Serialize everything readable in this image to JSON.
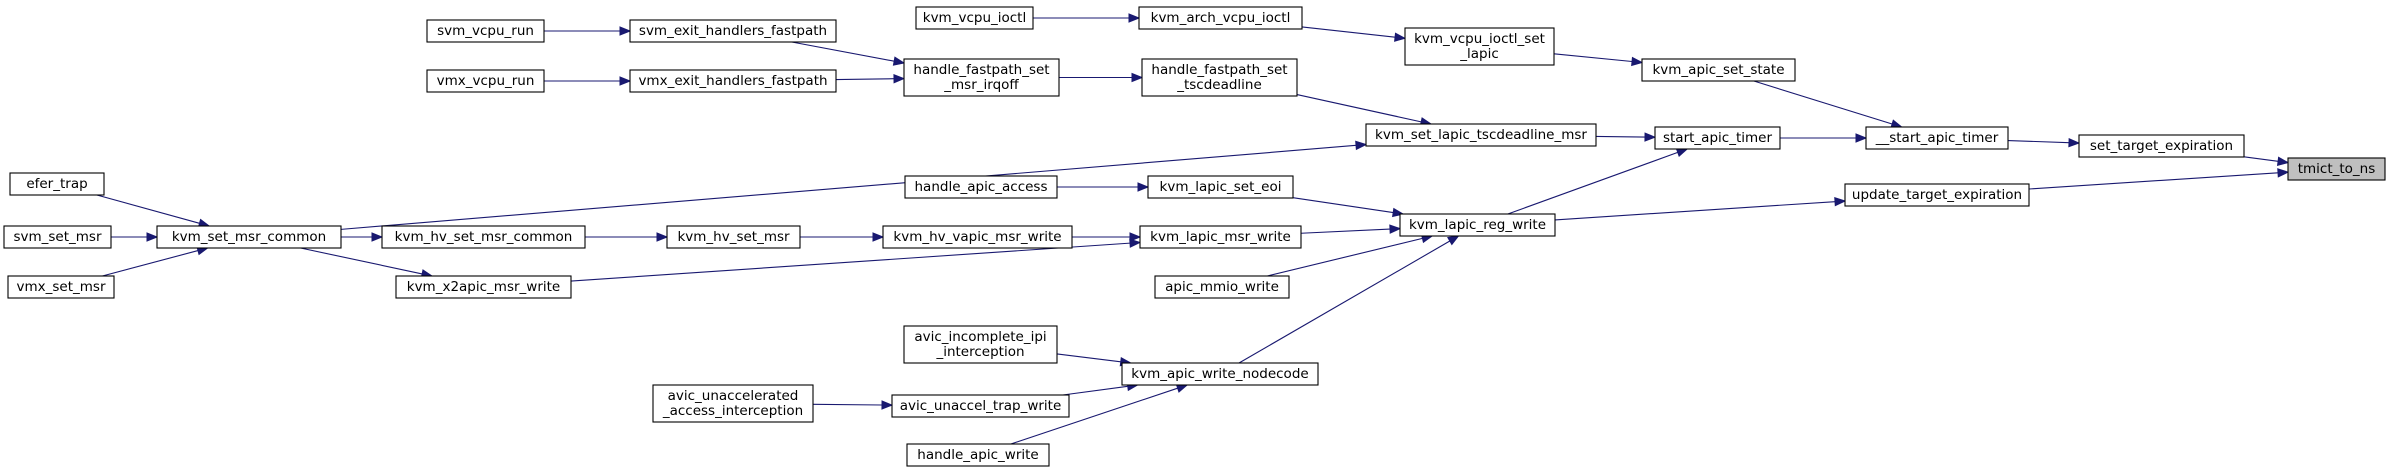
{
  "graph": {
    "target_node": "tmict_to_ns",
    "nodes": [
      {
        "id": "tmict_to_ns",
        "label": [
          "tmict_to_ns"
        ]
      },
      {
        "id": "set_target_expiration",
        "label": [
          "set_target_expiration"
        ]
      },
      {
        "id": "update_target_expiration",
        "label": [
          "update_target_expiration"
        ]
      },
      {
        "id": "__start_apic_timer",
        "label": [
          "__start_apic_timer"
        ]
      },
      {
        "id": "start_apic_timer",
        "label": [
          "start_apic_timer"
        ]
      },
      {
        "id": "kvm_apic_set_state",
        "label": [
          "kvm_apic_set_state"
        ]
      },
      {
        "id": "kvm_vcpu_ioctl_set_lapic",
        "label": [
          "kvm_vcpu_ioctl_set",
          "_lapic"
        ]
      },
      {
        "id": "kvm_arch_vcpu_ioctl",
        "label": [
          "kvm_arch_vcpu_ioctl"
        ]
      },
      {
        "id": "kvm_vcpu_ioctl",
        "label": [
          "kvm_vcpu_ioctl"
        ]
      },
      {
        "id": "kvm_set_lapic_tscdeadline_msr",
        "label": [
          "kvm_set_lapic_tscdeadline_msr"
        ]
      },
      {
        "id": "handle_fastpath_set_tscdeadline",
        "label": [
          "handle_fastpath_set",
          "_tscdeadline"
        ]
      },
      {
        "id": "handle_fastpath_set_msr_irqoff",
        "label": [
          "handle_fastpath_set",
          "_msr_irqoff"
        ]
      },
      {
        "id": "svm_exit_handlers_fastpath",
        "label": [
          "svm_exit_handlers_fastpath"
        ]
      },
      {
        "id": "svm_vcpu_run",
        "label": [
          "svm_vcpu_run"
        ]
      },
      {
        "id": "vmx_exit_handlers_fastpath",
        "label": [
          "vmx_exit_handlers_fastpath"
        ]
      },
      {
        "id": "vmx_vcpu_run",
        "label": [
          "vmx_vcpu_run"
        ]
      },
      {
        "id": "kvm_lapic_reg_write",
        "label": [
          "kvm_lapic_reg_write"
        ]
      },
      {
        "id": "kvm_lapic_set_eoi",
        "label": [
          "kvm_lapic_set_eoi"
        ]
      },
      {
        "id": "handle_apic_access",
        "label": [
          "handle_apic_access"
        ]
      },
      {
        "id": "kvm_lapic_msr_write",
        "label": [
          "kvm_lapic_msr_write"
        ]
      },
      {
        "id": "kvm_hv_vapic_msr_write",
        "label": [
          "kvm_hv_vapic_msr_write"
        ]
      },
      {
        "id": "kvm_hv_set_msr",
        "label": [
          "kvm_hv_set_msr"
        ]
      },
      {
        "id": "kvm_hv_set_msr_common",
        "label": [
          "kvm_hv_set_msr_common"
        ]
      },
      {
        "id": "kvm_set_msr_common",
        "label": [
          "kvm_set_msr_common"
        ]
      },
      {
        "id": "efer_trap",
        "label": [
          "efer_trap"
        ]
      },
      {
        "id": "svm_set_msr",
        "label": [
          "svm_set_msr"
        ]
      },
      {
        "id": "vmx_set_msr",
        "label": [
          "vmx_set_msr"
        ]
      },
      {
        "id": "kvm_x2apic_msr_write",
        "label": [
          "kvm_x2apic_msr_write"
        ]
      },
      {
        "id": "apic_mmio_write",
        "label": [
          "apic_mmio_write"
        ]
      },
      {
        "id": "kvm_apic_write_nodecode",
        "label": [
          "kvm_apic_write_nodecode"
        ]
      },
      {
        "id": "avic_incomplete_ipi_interception",
        "label": [
          "avic_incomplete_ipi",
          "_interception"
        ]
      },
      {
        "id": "avic_unaccel_trap_write",
        "label": [
          "avic_unaccel_trap_write"
        ]
      },
      {
        "id": "avic_unaccelerated_access_interception",
        "label": [
          "avic_unaccelerated",
          "_access_interception"
        ]
      },
      {
        "id": "handle_apic_write",
        "label": [
          "handle_apic_write"
        ]
      }
    ],
    "edges": [
      {
        "from": "set_target_expiration",
        "to": "tmict_to_ns"
      },
      {
        "from": "update_target_expiration",
        "to": "tmict_to_ns"
      },
      {
        "from": "__start_apic_timer",
        "to": "set_target_expiration"
      },
      {
        "from": "kvm_lapic_reg_write",
        "to": "update_target_expiration"
      },
      {
        "from": "kvm_apic_set_state",
        "to": "__start_apic_timer"
      },
      {
        "from": "start_apic_timer",
        "to": "__start_apic_timer"
      },
      {
        "from": "kvm_vcpu_ioctl_set_lapic",
        "to": "kvm_apic_set_state"
      },
      {
        "from": "kvm_arch_vcpu_ioctl",
        "to": "kvm_vcpu_ioctl_set_lapic"
      },
      {
        "from": "kvm_vcpu_ioctl",
        "to": "kvm_arch_vcpu_ioctl"
      },
      {
        "from": "kvm_set_lapic_tscdeadline_msr",
        "to": "start_apic_timer"
      },
      {
        "from": "kvm_lapic_reg_write",
        "to": "start_apic_timer"
      },
      {
        "from": "handle_fastpath_set_tscdeadline",
        "to": "kvm_set_lapic_tscdeadline_msr"
      },
      {
        "from": "kvm_set_msr_common",
        "to": "kvm_set_lapic_tscdeadline_msr"
      },
      {
        "from": "handle_fastpath_set_msr_irqoff",
        "to": "handle_fastpath_set_tscdeadline"
      },
      {
        "from": "svm_exit_handlers_fastpath",
        "to": "handle_fastpath_set_msr_irqoff"
      },
      {
        "from": "vmx_exit_handlers_fastpath",
        "to": "handle_fastpath_set_msr_irqoff"
      },
      {
        "from": "svm_vcpu_run",
        "to": "svm_exit_handlers_fastpath"
      },
      {
        "from": "vmx_vcpu_run",
        "to": "vmx_exit_handlers_fastpath"
      },
      {
        "from": "kvm_lapic_set_eoi",
        "to": "kvm_lapic_reg_write"
      },
      {
        "from": "kvm_lapic_msr_write",
        "to": "kvm_lapic_reg_write"
      },
      {
        "from": "apic_mmio_write",
        "to": "kvm_lapic_reg_write"
      },
      {
        "from": "kvm_apic_write_nodecode",
        "to": "kvm_lapic_reg_write"
      },
      {
        "from": "handle_apic_access",
        "to": "kvm_lapic_set_eoi"
      },
      {
        "from": "kvm_hv_vapic_msr_write",
        "to": "kvm_lapic_msr_write"
      },
      {
        "from": "kvm_x2apic_msr_write",
        "to": "kvm_lapic_msr_write"
      },
      {
        "from": "kvm_hv_set_msr",
        "to": "kvm_hv_vapic_msr_write"
      },
      {
        "from": "kvm_hv_set_msr_common",
        "to": "kvm_hv_set_msr"
      },
      {
        "from": "kvm_set_msr_common",
        "to": "kvm_hv_set_msr_common"
      },
      {
        "from": "kvm_set_msr_common",
        "to": "kvm_x2apic_msr_write"
      },
      {
        "from": "efer_trap",
        "to": "kvm_set_msr_common"
      },
      {
        "from": "svm_set_msr",
        "to": "kvm_set_msr_common"
      },
      {
        "from": "vmx_set_msr",
        "to": "kvm_set_msr_common"
      },
      {
        "from": "avic_incomplete_ipi_interception",
        "to": "kvm_apic_write_nodecode"
      },
      {
        "from": "avic_unaccel_trap_write",
        "to": "kvm_apic_write_nodecode"
      },
      {
        "from": "handle_apic_write",
        "to": "kvm_apic_write_nodecode"
      },
      {
        "from": "avic_unaccelerated_access_interception",
        "to": "avic_unaccel_trap_write"
      }
    ],
    "colors": {
      "edge": "#191970",
      "node_border": "#000000",
      "node_fill": "#ffffff",
      "target_fill": "#bfbfbf",
      "text": "#000000"
    }
  }
}
